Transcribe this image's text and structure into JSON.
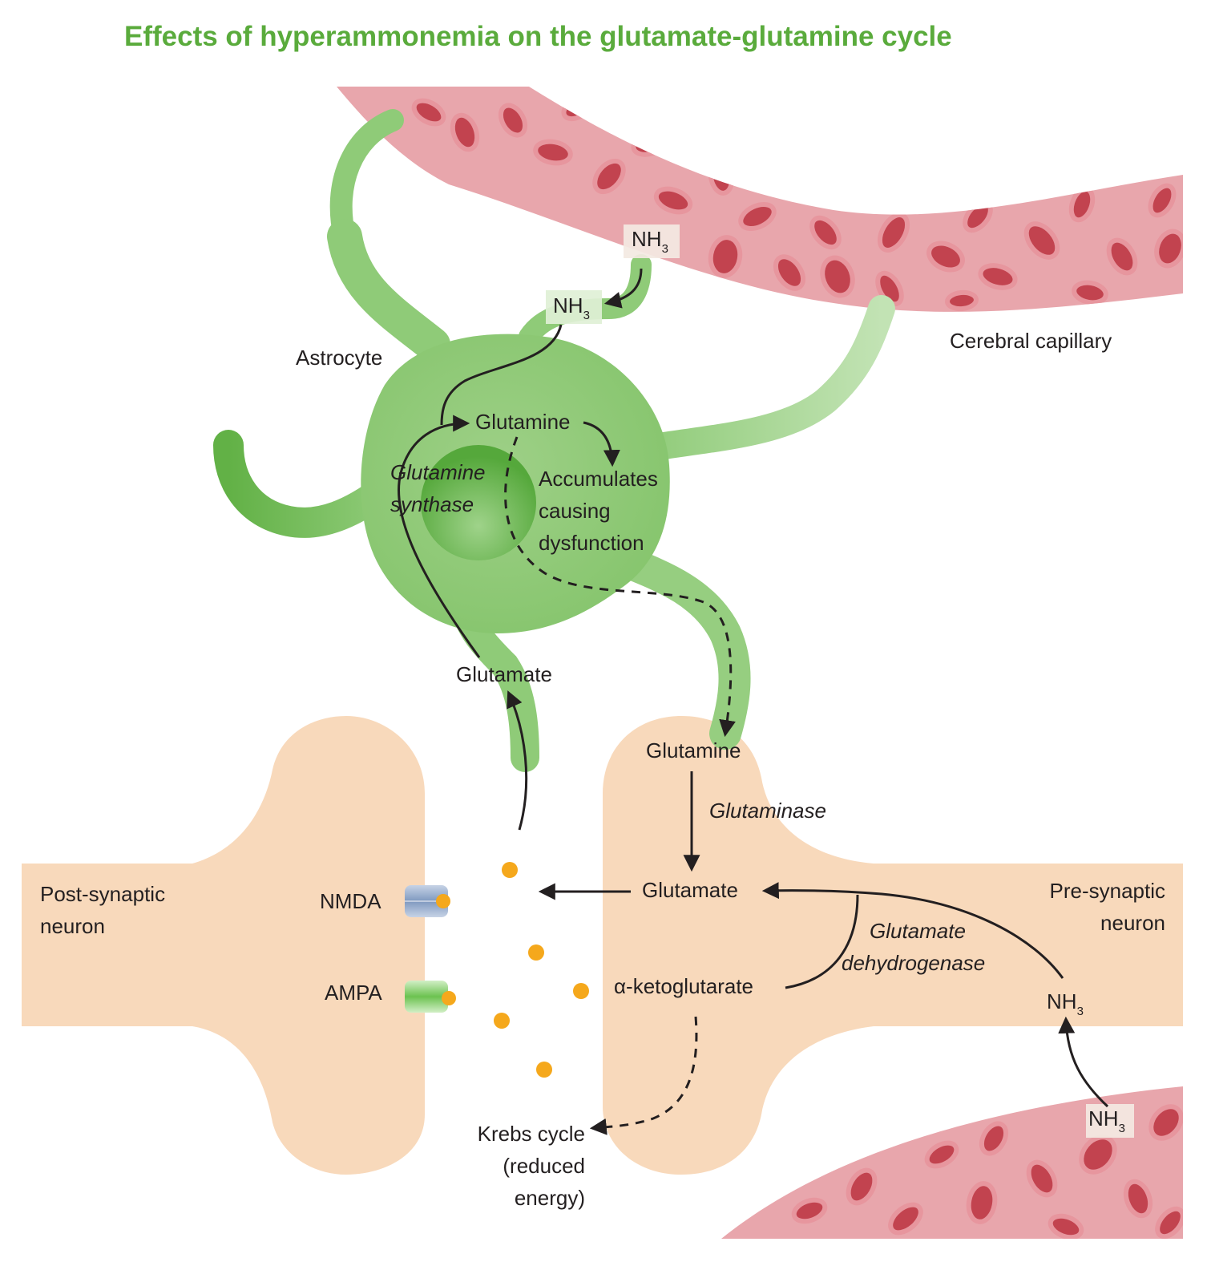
{
  "title": "Effects of hyperammonemia on the glutamate-glutamine cycle",
  "colors": {
    "title": "#5aab3c",
    "astrocyte": "#8fcb78",
    "astrocyte_nucleus": "#5aae3e",
    "neuron": "#f8d9bb",
    "capillary": "#e8a6ac",
    "red_cell": "#c2434f",
    "neurotransmitter": "#f5a81c",
    "nmda": "#8ea7c8",
    "ampa": "#8fd27a",
    "arrow": "#231f20"
  },
  "labels": {
    "astrocyte": "Astrocyte",
    "cerebral_capillary": "Cerebral capillary",
    "post_synaptic_1": "Post-synaptic",
    "post_synaptic_2": "neuron",
    "pre_synaptic_1": "Pre-synaptic",
    "pre_synaptic_2": "neuron",
    "nmda": "NMDA",
    "ampa": "AMPA"
  },
  "molecules": {
    "nh3_base": "NH",
    "nh3_sub": "3",
    "glutamine": "Glutamine",
    "glutamate": "Glutamate",
    "alpha_ketoglutarate": "α-ketoglutarate"
  },
  "enzymes": {
    "glutamine_synthase_1": "Glutamine",
    "glutamine_synthase_2": "synthase",
    "glutaminase": "Glutaminase",
    "glutamate_dehydrogenase_1": "Glutamate",
    "glutamate_dehydrogenase_2": "dehydrogenase"
  },
  "notes": {
    "accumulates_1": "Accumulates",
    "accumulates_2": "causing",
    "accumulates_3": "dysfunction",
    "krebs_1": "Krebs cycle",
    "krebs_2": "(reduced",
    "krebs_3": "energy)"
  }
}
